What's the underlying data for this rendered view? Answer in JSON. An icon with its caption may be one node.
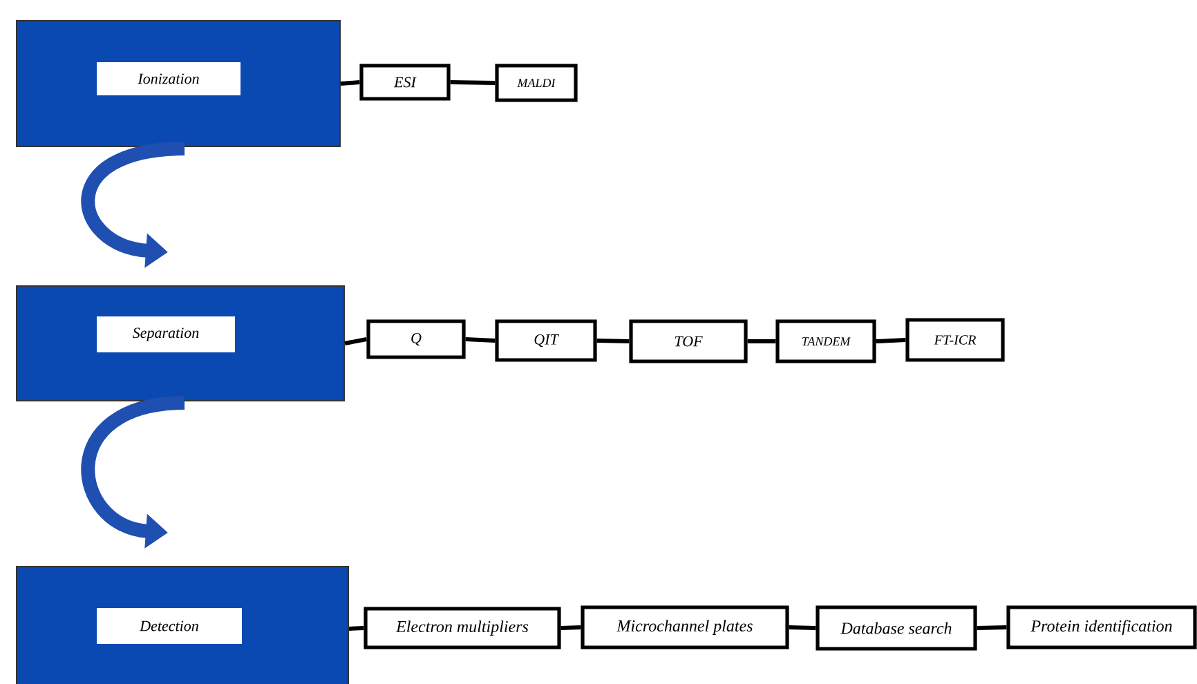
{
  "diagram": {
    "nodes": [
      {
        "text": [
          "Ionization"
        ]
      },
      {
        "text": [
          "ESI"
        ]
      },
      {
        "text": [
          "MALDI"
        ]
      },
      {
        "text": [
          "Separation"
        ]
      },
      {
        "text": [
          "Q"
        ]
      },
      {
        "text": [
          "QIT"
        ]
      },
      {
        "text": [
          "TOF"
        ]
      },
      {
        "text": [
          "TANDEM"
        ]
      },
      {
        "text": [
          "FT-ICR"
        ]
      },
      {
        "text": [
          "Detection"
        ]
      },
      {
        "text": [
          "Electron multipliers"
        ]
      },
      {
        "text": [
          "Microchannel plates"
        ]
      },
      {
        "text": [
          "Database search"
        ]
      },
      {
        "text": [
          "Protein identification"
        ]
      }
    ],
    "edges": [
      {
        "from": 0,
        "to": 1,
        "arrow": "none"
      },
      {
        "from": 1,
        "to": 2,
        "arrow": "none"
      },
      {
        "from": 3,
        "to": 4,
        "arrow": "none"
      },
      {
        "from": 4,
        "to": 5,
        "arrow": "none"
      },
      {
        "from": 5,
        "to": 6,
        "arrow": "none"
      },
      {
        "from": 6,
        "to": 7,
        "arrow": "none"
      },
      {
        "from": 7,
        "to": 8,
        "arrow": "none"
      },
      {
        "from": 9,
        "to": 10,
        "arrow": "none"
      },
      {
        "from": 10,
        "to": 11,
        "arrow": "none"
      },
      {
        "from": 11,
        "to": 12,
        "arrow": "none"
      },
      {
        "from": 12,
        "to": 13,
        "arrow": "none"
      },
      {
        "from": 0,
        "to": 3,
        "arrow": "to",
        "style": "thick",
        "color": "#1f4fb0"
      },
      {
        "from": 3,
        "to": 9,
        "arrow": "to",
        "style": "thick",
        "color": "#1f4fb0"
      }
    ]
  }
}
